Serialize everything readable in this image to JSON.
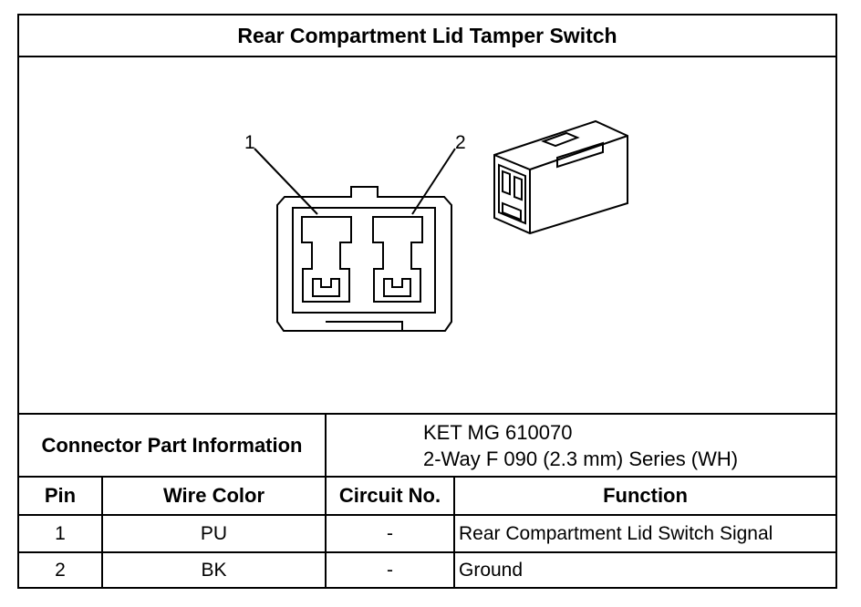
{
  "title": "Rear Compartment Lid Tamper Switch",
  "diagram": {
    "pin_labels": [
      "1",
      "2"
    ]
  },
  "connector_info": {
    "label": "Connector Part Information",
    "line1": "KET MG 610070",
    "line2": "2-Way F 090 (2.3 mm) Series (WH)"
  },
  "table": {
    "headers": [
      "Pin",
      "Wire Color",
      "Circuit No.",
      "Function"
    ],
    "rows": [
      [
        "1",
        "PU",
        "-",
        "Rear Compartment Lid Switch Signal"
      ],
      [
        "2",
        "BK",
        "-",
        "Ground"
      ]
    ]
  }
}
